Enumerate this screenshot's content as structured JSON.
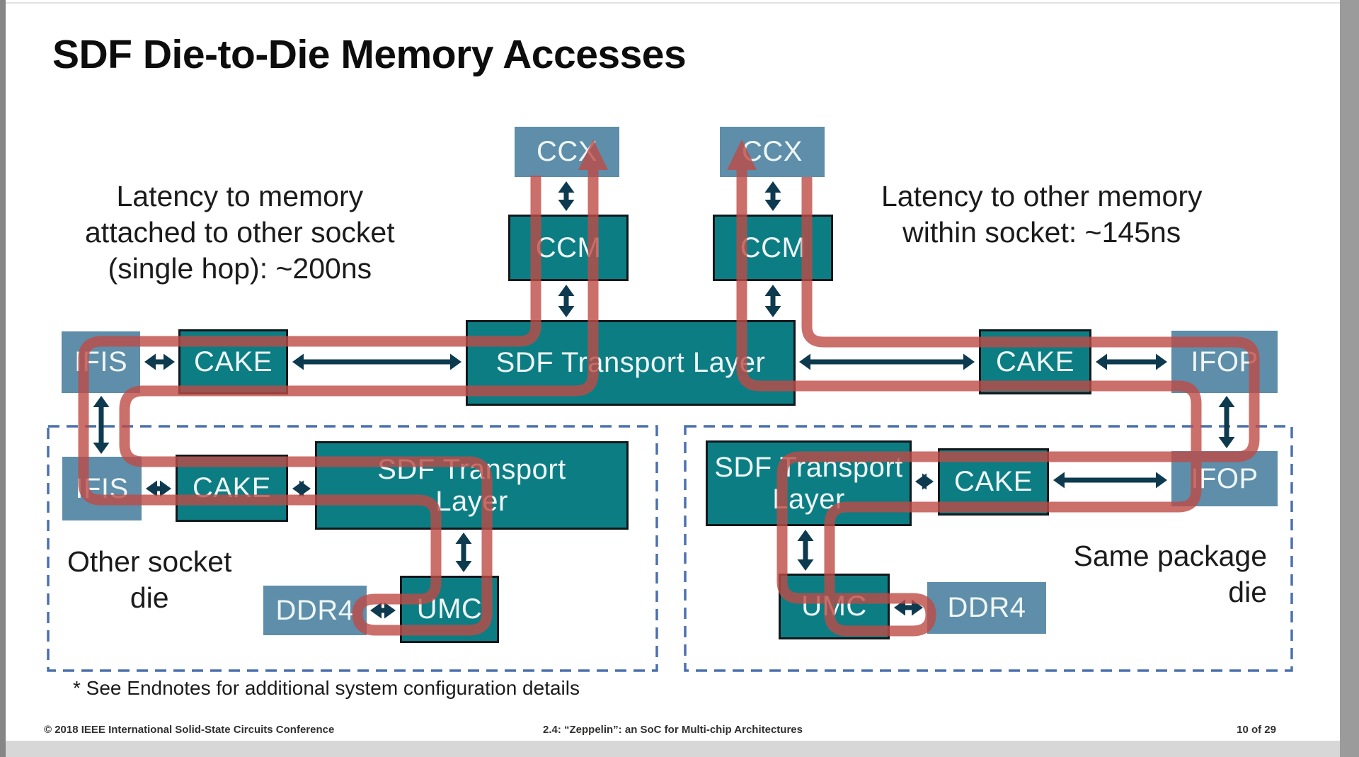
{
  "slide": {
    "title": "SDF Die-to-Die Memory Accesses",
    "annotation_left": "Latency to memory\nattached to other socket\n(single hop): ~200ns",
    "annotation_right": "Latency to other memory\nwithin socket: ~145ns",
    "label_other_die": "Other socket\ndie",
    "label_same_die": "Same package\ndie",
    "footnote": "* See Endnotes for additional system configuration details",
    "footer": {
      "left": "© 2018 IEEE International Solid-State Circuits Conference",
      "center": "2.4: “Zeppelin”: an SoC for Multi-chip Architectures",
      "right": "10 of 29"
    }
  },
  "boxes": {
    "ccx": "CCX",
    "ccm": "CCM",
    "sdf_top": "SDF Transport Layer",
    "sdf_die": "SDF Transport\nLayer",
    "cake": "CAKE",
    "ifis": "IFIS",
    "ifop": "IFOP",
    "umc": "UMC",
    "ddr4": "DDR4"
  },
  "colors": {
    "teal_box": "#0d7d84",
    "steel_box": "#5e8ea9",
    "arrow": "#0d3a4e",
    "path_red": "#be4b46",
    "dashed_border": "#4c70ae"
  }
}
